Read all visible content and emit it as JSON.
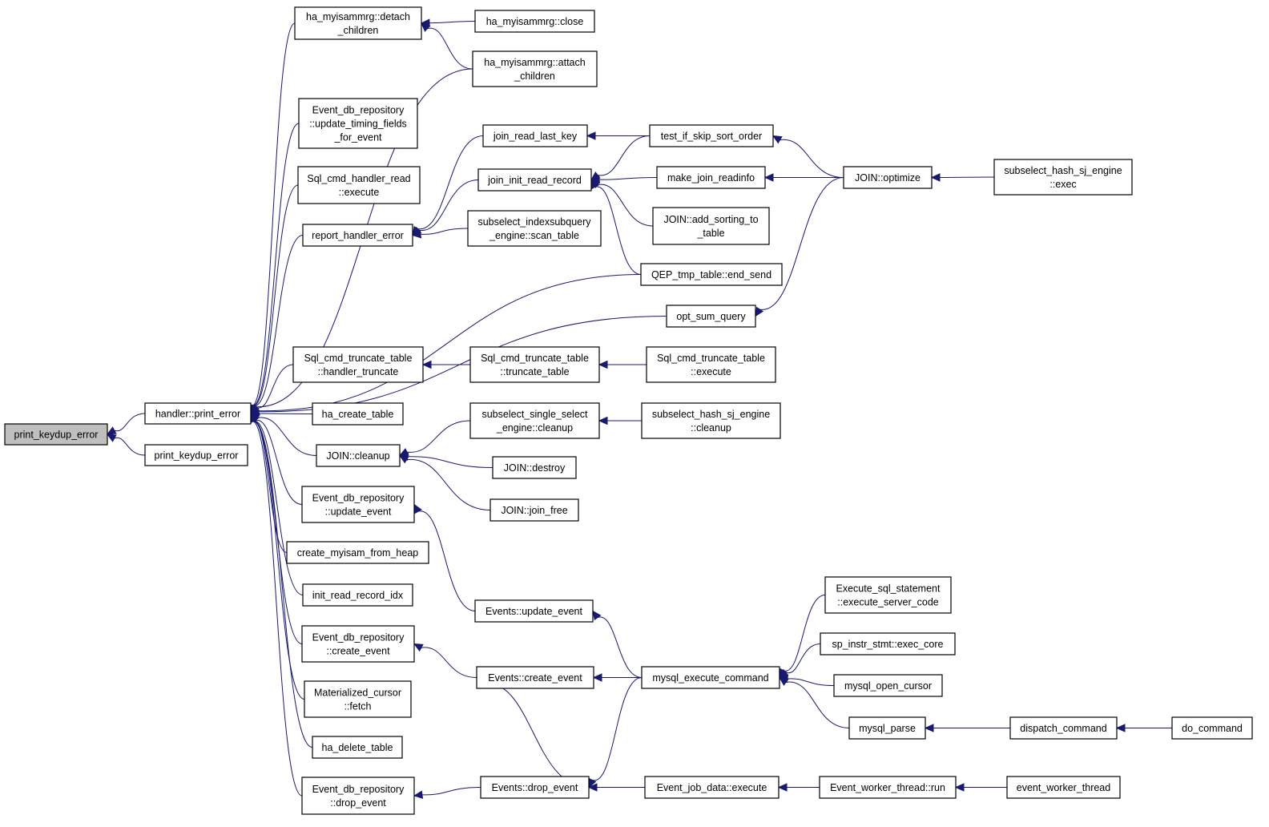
{
  "graph": {
    "colors": {
      "edge": "#191970",
      "node_border": "#000000",
      "highlight_fill": "#bfbfbf",
      "background": "#ffffff"
    },
    "nodes": [
      {
        "id": "print_keydup_error_root",
        "lines": [
          "print_keydup_error"
        ],
        "highlight": true
      },
      {
        "id": "handler_print_error",
        "lines": [
          "handler::print_error"
        ]
      },
      {
        "id": "print_keydup_error_2",
        "lines": [
          "print_keydup_error"
        ]
      },
      {
        "id": "ha_myisammrg_detach_children",
        "lines": [
          "ha_myisammrg::detach",
          "_children"
        ]
      },
      {
        "id": "ha_myisammrg_close",
        "lines": [
          "ha_myisammrg::close"
        ]
      },
      {
        "id": "ha_myisammrg_attach_children",
        "lines": [
          "ha_myisammrg::attach",
          "_children"
        ]
      },
      {
        "id": "event_db_repository_update_timing_fields",
        "lines": [
          "Event_db_repository",
          "::update_timing_fields",
          "_for_event"
        ]
      },
      {
        "id": "sql_cmd_handler_read_execute",
        "lines": [
          "Sql_cmd_handler_read",
          "::execute"
        ]
      },
      {
        "id": "report_handler_error",
        "lines": [
          "report_handler_error"
        ]
      },
      {
        "id": "join_read_last_key",
        "lines": [
          "join_read_last_key"
        ]
      },
      {
        "id": "join_init_read_record",
        "lines": [
          "join_init_read_record"
        ]
      },
      {
        "id": "subselect_indexsubquery_engine_scan_table",
        "lines": [
          "subselect_indexsubquery",
          "_engine::scan_table"
        ]
      },
      {
        "id": "test_if_skip_sort_order",
        "lines": [
          "test_if_skip_sort_order"
        ]
      },
      {
        "id": "make_join_readinfo",
        "lines": [
          "make_join_readinfo"
        ]
      },
      {
        "id": "join_add_sorting_to_table",
        "lines": [
          "JOIN::add_sorting_to",
          "_table"
        ]
      },
      {
        "id": "qep_tmp_table_end_send",
        "lines": [
          "QEP_tmp_table::end_send"
        ]
      },
      {
        "id": "join_optimize",
        "lines": [
          "JOIN::optimize"
        ]
      },
      {
        "id": "subselect_hash_sj_engine_exec",
        "lines": [
          "subselect_hash_sj_engine",
          "::exec"
        ]
      },
      {
        "id": "opt_sum_query",
        "lines": [
          "opt_sum_query"
        ]
      },
      {
        "id": "sql_cmd_truncate_table_handler_truncate",
        "lines": [
          "Sql_cmd_truncate_table",
          "::handler_truncate"
        ]
      },
      {
        "id": "sql_cmd_truncate_table_truncate_table",
        "lines": [
          "Sql_cmd_truncate_table",
          "::truncate_table"
        ]
      },
      {
        "id": "sql_cmd_truncate_table_execute",
        "lines": [
          "Sql_cmd_truncate_table",
          "::execute"
        ]
      },
      {
        "id": "ha_create_table",
        "lines": [
          "ha_create_table"
        ]
      },
      {
        "id": "join_cleanup",
        "lines": [
          "JOIN::cleanup"
        ]
      },
      {
        "id": "subselect_single_select_engine_cleanup",
        "lines": [
          "subselect_single_select",
          "_engine::cleanup"
        ]
      },
      {
        "id": "subselect_hash_sj_engine_cleanup",
        "lines": [
          "subselect_hash_sj_engine",
          "::cleanup"
        ]
      },
      {
        "id": "join_destroy",
        "lines": [
          "JOIN::destroy"
        ]
      },
      {
        "id": "join_join_free",
        "lines": [
          "JOIN::join_free"
        ]
      },
      {
        "id": "event_db_repository_update_event",
        "lines": [
          "Event_db_repository",
          "::update_event"
        ]
      },
      {
        "id": "create_myisam_from_heap",
        "lines": [
          "create_myisam_from_heap"
        ]
      },
      {
        "id": "init_read_record_idx",
        "lines": [
          "init_read_record_idx"
        ]
      },
      {
        "id": "events_update_event",
        "lines": [
          "Events::update_event"
        ]
      },
      {
        "id": "event_db_repository_create_event",
        "lines": [
          "Event_db_repository",
          "::create_event"
        ]
      },
      {
        "id": "events_create_event",
        "lines": [
          "Events::create_event"
        ]
      },
      {
        "id": "mysql_execute_command",
        "lines": [
          "mysql_execute_command"
        ]
      },
      {
        "id": "execute_sql_statement_execute_server_code",
        "lines": [
          "Execute_sql_statement",
          "::execute_server_code"
        ]
      },
      {
        "id": "sp_instr_stmt_exec_core",
        "lines": [
          "sp_instr_stmt::exec_core"
        ]
      },
      {
        "id": "mysql_open_cursor",
        "lines": [
          "mysql_open_cursor"
        ]
      },
      {
        "id": "mysql_parse",
        "lines": [
          "mysql_parse"
        ]
      },
      {
        "id": "dispatch_command",
        "lines": [
          "dispatch_command"
        ]
      },
      {
        "id": "do_command",
        "lines": [
          "do_command"
        ]
      },
      {
        "id": "materialized_cursor_fetch",
        "lines": [
          "Materialized_cursor",
          "::fetch"
        ]
      },
      {
        "id": "ha_delete_table",
        "lines": [
          "ha_delete_table"
        ]
      },
      {
        "id": "event_db_repository_drop_event",
        "lines": [
          "Event_db_repository",
          "::drop_event"
        ]
      },
      {
        "id": "events_drop_event",
        "lines": [
          "Events::drop_event"
        ]
      },
      {
        "id": "event_job_data_execute",
        "lines": [
          "Event_job_data::execute"
        ]
      },
      {
        "id": "event_worker_thread_run",
        "lines": [
          "Event_worker_thread::run"
        ]
      },
      {
        "id": "event_worker_thread",
        "lines": [
          "event_worker_thread"
        ]
      }
    ],
    "edges": [
      {
        "from": "handler_print_error",
        "to": "print_keydup_error_root"
      },
      {
        "from": "print_keydup_error_2",
        "to": "print_keydup_error_root"
      },
      {
        "from": "ha_myisammrg_detach_children",
        "to": "handler_print_error"
      },
      {
        "from": "ha_myisammrg_attach_children",
        "to": "handler_print_error"
      },
      {
        "from": "event_db_repository_update_timing_fields",
        "to": "handler_print_error"
      },
      {
        "from": "sql_cmd_handler_read_execute",
        "to": "handler_print_error"
      },
      {
        "from": "report_handler_error",
        "to": "handler_print_error"
      },
      {
        "from": "qep_tmp_table_end_send",
        "to": "handler_print_error"
      },
      {
        "from": "opt_sum_query",
        "to": "handler_print_error"
      },
      {
        "from": "sql_cmd_truncate_table_handler_truncate",
        "to": "handler_print_error"
      },
      {
        "from": "ha_create_table",
        "to": "handler_print_error"
      },
      {
        "from": "join_cleanup",
        "to": "handler_print_error"
      },
      {
        "from": "event_db_repository_update_event",
        "to": "handler_print_error"
      },
      {
        "from": "create_myisam_from_heap",
        "to": "handler_print_error"
      },
      {
        "from": "init_read_record_idx",
        "to": "handler_print_error"
      },
      {
        "from": "event_db_repository_create_event",
        "to": "handler_print_error"
      },
      {
        "from": "materialized_cursor_fetch",
        "to": "handler_print_error"
      },
      {
        "from": "ha_delete_table",
        "to": "handler_print_error"
      },
      {
        "from": "event_db_repository_drop_event",
        "to": "handler_print_error"
      },
      {
        "from": "ha_myisammrg_close",
        "to": "ha_myisammrg_detach_children"
      },
      {
        "from": "ha_myisammrg_attach_children",
        "to": "ha_myisammrg_detach_children"
      },
      {
        "from": "join_read_last_key",
        "to": "report_handler_error"
      },
      {
        "from": "join_init_read_record",
        "to": "report_handler_error"
      },
      {
        "from": "subselect_indexsubquery_engine_scan_table",
        "to": "report_handler_error"
      },
      {
        "from": "test_if_skip_sort_order",
        "to": "join_read_last_key"
      },
      {
        "from": "test_if_skip_sort_order",
        "to": "join_init_read_record"
      },
      {
        "from": "make_join_readinfo",
        "to": "join_init_read_record"
      },
      {
        "from": "join_add_sorting_to_table",
        "to": "join_init_read_record"
      },
      {
        "from": "qep_tmp_table_end_send",
        "to": "join_init_read_record"
      },
      {
        "from": "join_optimize",
        "to": "test_if_skip_sort_order"
      },
      {
        "from": "join_optimize",
        "to": "make_join_readinfo"
      },
      {
        "from": "join_optimize",
        "to": "opt_sum_query"
      },
      {
        "from": "subselect_hash_sj_engine_exec",
        "to": "join_optimize"
      },
      {
        "from": "sql_cmd_truncate_table_truncate_table",
        "to": "sql_cmd_truncate_table_handler_truncate"
      },
      {
        "from": "sql_cmd_truncate_table_execute",
        "to": "sql_cmd_truncate_table_truncate_table"
      },
      {
        "from": "subselect_single_select_engine_cleanup",
        "to": "join_cleanup"
      },
      {
        "from": "join_destroy",
        "to": "join_cleanup"
      },
      {
        "from": "join_join_free",
        "to": "join_cleanup"
      },
      {
        "from": "subselect_hash_sj_engine_cleanup",
        "to": "subselect_single_select_engine_cleanup"
      },
      {
        "from": "events_update_event",
        "to": "event_db_repository_update_event"
      },
      {
        "from": "mysql_execute_command",
        "to": "events_update_event"
      },
      {
        "from": "events_create_event",
        "to": "event_db_repository_create_event"
      },
      {
        "from": "mysql_execute_command",
        "to": "events_create_event"
      },
      {
        "from": "events_drop_event",
        "to": "event_db_repository_drop_event"
      },
      {
        "from": "events_drop_event",
        "to": "events_create_event"
      },
      {
        "from": "mysql_execute_command",
        "to": "events_drop_event"
      },
      {
        "from": "event_job_data_execute",
        "to": "events_drop_event"
      },
      {
        "from": "execute_sql_statement_execute_server_code",
        "to": "mysql_execute_command"
      },
      {
        "from": "sp_instr_stmt_exec_core",
        "to": "mysql_execute_command"
      },
      {
        "from": "mysql_open_cursor",
        "to": "mysql_execute_command"
      },
      {
        "from": "mysql_parse",
        "to": "mysql_execute_command"
      },
      {
        "from": "dispatch_command",
        "to": "mysql_parse"
      },
      {
        "from": "do_command",
        "to": "dispatch_command"
      },
      {
        "from": "event_worker_thread_run",
        "to": "event_job_data_execute"
      },
      {
        "from": "event_worker_thread",
        "to": "event_worker_thread_run"
      }
    ]
  }
}
